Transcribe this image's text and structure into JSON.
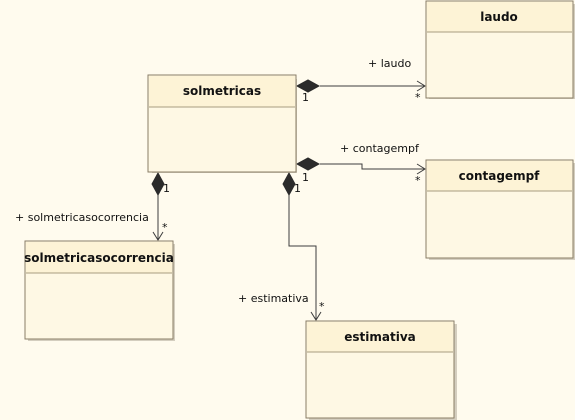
{
  "classes": {
    "solmetricas": "solmetricas",
    "laudo": "laudo",
    "contagempf": "contagempf",
    "solmetricasocorrencia": "solmetricasocorrencia",
    "estimativa": "estimativa"
  },
  "associations": {
    "laudo": {
      "role": "+ laudo",
      "source_mult": "1",
      "target_mult": "*"
    },
    "contagempf": {
      "role": "+ contagempf",
      "source_mult": "1",
      "target_mult": "*"
    },
    "solmetricasocorrencia": {
      "role": "+ solmetricasocorrencia",
      "source_mult": "1",
      "target_mult": "*"
    },
    "estimativa": {
      "role": "+ estimativa",
      "source_mult": "1",
      "target_mult": "*"
    }
  }
}
